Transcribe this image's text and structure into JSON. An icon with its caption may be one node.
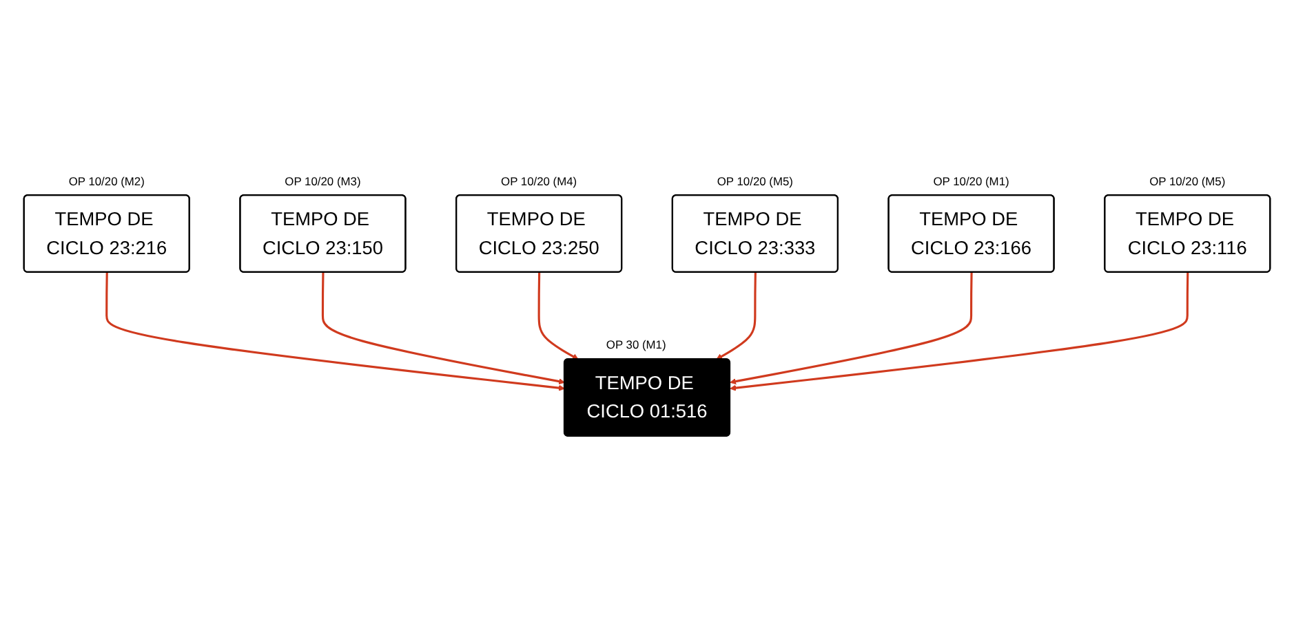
{
  "diagram": {
    "nodes": [
      {
        "text": [
          "TEMPO DE CICLO 23:216"
        ],
        "beside": [
          "OP 10/20 (M2)"
        ]
      },
      {
        "text": [
          "TEMPO DE CICLO 23:150"
        ],
        "beside": [
          "OP 10/20 (M3)"
        ]
      },
      {
        "text": [
          "TEMPO DE CICLO 23:250"
        ],
        "beside": [
          "OP 10/20 (M4)"
        ]
      },
      {
        "text": [
          "TEMPO DE CICLO 23:333"
        ],
        "beside": [
          "OP 10/20 (M5)"
        ]
      },
      {
        "text": [
          "TEMPO DE CICLO 23:166"
        ],
        "beside": [
          "OP 10/20 (M1)"
        ]
      },
      {
        "text": [
          "TEMPO DE CICLO 01:516"
        ],
        "beside": [
          "OP 30 (M1)"
        ]
      },
      {
        "text": [
          "TEMPO DE CICLO 23:116"
        ],
        "beside": [
          "OP 10/20 (M5)"
        ]
      }
    ],
    "edges": [
      {
        "from": 0,
        "to": 5,
        "arrow": "to"
      },
      {
        "from": 1,
        "to": 5,
        "arrow": "to"
      },
      {
        "from": 2,
        "to": 5,
        "arrow": "to"
      },
      {
        "from": 3,
        "to": 5,
        "arrow": "to"
      },
      {
        "from": 4,
        "to": 5,
        "arrow": "to"
      },
      {
        "from": 6,
        "to": 5,
        "arrow": "to"
      }
    ]
  }
}
